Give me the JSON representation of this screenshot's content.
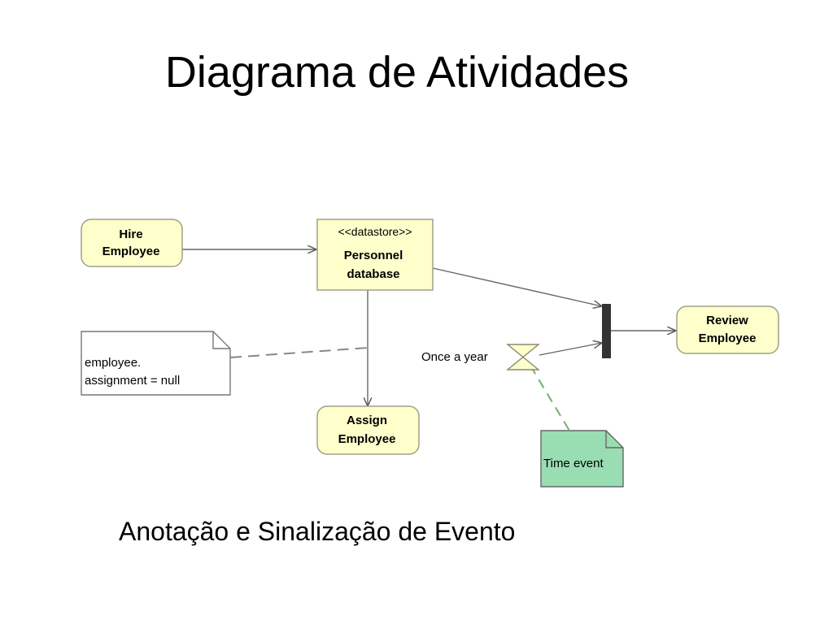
{
  "slide": {
    "title": "Diagrama de Atividades",
    "caption": "Anotação e Sinalização de Evento"
  },
  "diagram": {
    "actions": {
      "hire": [
        "Hire",
        "Employee"
      ],
      "review": [
        "Review",
        "Employee"
      ],
      "assign": [
        "Assign",
        "Employee"
      ]
    },
    "datastore": {
      "stereotype": "<<datastore>>",
      "name": [
        "Personnel",
        "database"
      ]
    },
    "note": [
      "employee.",
      "assignment = null"
    ],
    "time_event_label": "Once a year",
    "time_event_note": "Time event",
    "colors": {
      "action_fill": "#ffffcc",
      "action_stroke": "#a0a088",
      "time_note_fill": "#99ddb3",
      "fork_bar": "#333333",
      "dashed_link_gray": "#888888",
      "dashed_link_green": "#6fb06f"
    }
  }
}
